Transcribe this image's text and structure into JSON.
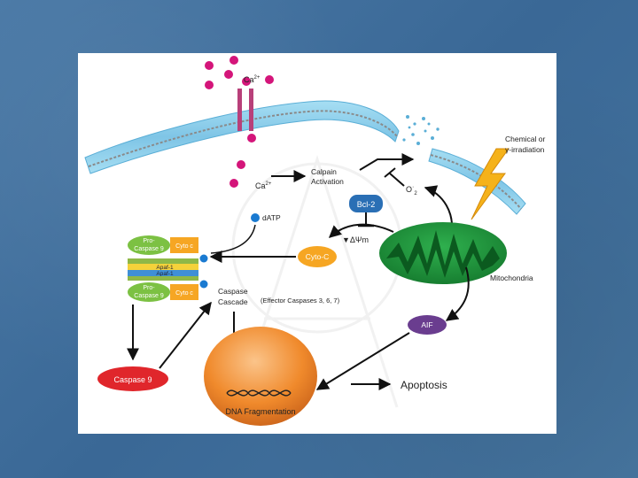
{
  "labels": {
    "ca_top": "Ca",
    "ca_top_sup": "2+",
    "ca_inside": "Ca",
    "ca_inside_sup": "2+",
    "calpain_line1": "Calpain",
    "calpain_line2": "Activation",
    "superoxide": "O",
    "superoxide_sup": "·",
    "superoxide_sub": "2",
    "bcl2": "Bcl-2",
    "datp": "dATP",
    "delta_psi": "▼ΔΨm",
    "cyto_c_center": "Cyto-C",
    "mitochondria": "Mitochondria",
    "aif": "AIF",
    "procaspase_top_1": "Pro-",
    "procaspase_top_2": "Caspase 9",
    "cyto_c_top": "Cyto c",
    "apaf_1a": "Apaf-1",
    "apaf_1b": "Apaf-1",
    "procaspase_bottom_1": "Pro-",
    "procaspase_bottom_2": "Caspase 9",
    "cyto_c_bottom": "Cyto c",
    "caspase_cascade_1": "Caspase",
    "caspase_cascade_2": "Cascade",
    "effector_caspases": "(Effector Caspases 3, 6, 7)",
    "caspase9": "Caspase 9",
    "dna_fragmentation": "DNA Fragmentation",
    "apoptosis": "Apoptosis",
    "chem_line1": "Chemical or",
    "chem_line2": "γ-irradiation"
  },
  "colors": {
    "slide_bg": "#3f6f9c",
    "calcium": "#d4157a",
    "channel": "#b8407a",
    "membrane": "#8fd3ee",
    "mito_outer": "#1f8f3a",
    "mito_inner": "#0b5a1f",
    "cyto_c": "#f6a623",
    "bcl2": "#2a6fb5",
    "aif": "#6a3d8f",
    "caspase9": "#e0262b",
    "nucleus": "#f08a2c",
    "procaspase": "#7cc143",
    "apaf": "#3f8fd6",
    "lightning": "#f5b21a"
  }
}
